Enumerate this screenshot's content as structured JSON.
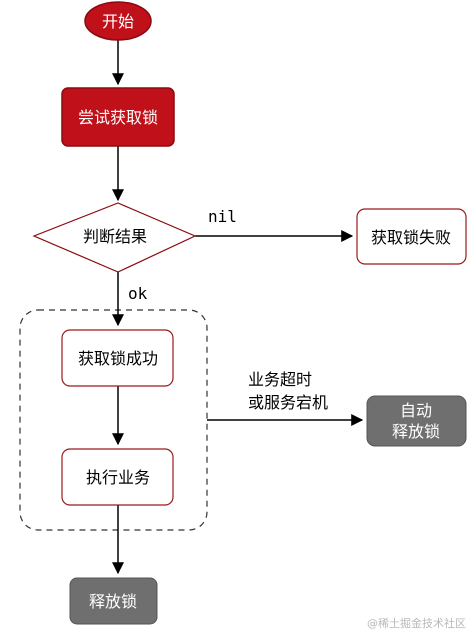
{
  "nodes": {
    "start": "开始",
    "try_lock": "尝试获取锁",
    "judge": "判断结果",
    "lock_fail": "获取锁失败",
    "lock_success": "获取锁成功",
    "do_business": "执行业务",
    "release_lock": "释放锁",
    "auto_release_line1": "自动",
    "auto_release_line2": "释放锁"
  },
  "edges": {
    "nil_label": "nil",
    "ok_label": "ok",
    "timeout_line1": "业务超时",
    "timeout_line2": "或服务宕机"
  },
  "watermark": "@稀土掘金技术社区",
  "colors": {
    "red_fill": "#c0101a",
    "red_border": "#8a0a10",
    "gray_fill": "#6f6f6f",
    "box_border": "#9a1a1a",
    "dashed_border": "#333333",
    "arrow": "#000000"
  }
}
